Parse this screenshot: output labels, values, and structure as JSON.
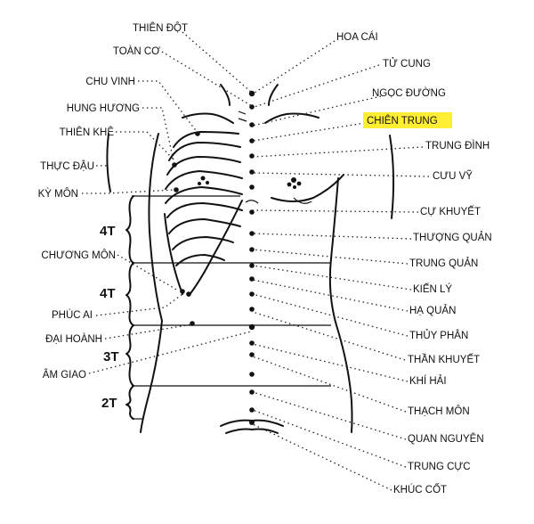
{
  "labels_left": [
    {
      "id": "thien-dot",
      "text": "THIÊN ĐỘT"
    },
    {
      "id": "toan-co",
      "text": "TOÀN CƠ"
    },
    {
      "id": "chu-vinh",
      "text": "CHU VINH"
    },
    {
      "id": "hung-huong",
      "text": "HUNG HƯƠNG"
    },
    {
      "id": "thien-khe",
      "text": "THIÊN KHÊ"
    },
    {
      "id": "thuc-dau",
      "text": "THỰC ĐẬU"
    },
    {
      "id": "ky-mon",
      "text": "KỲ MÔN"
    },
    {
      "id": "chuong-mon",
      "text": "CHƯƠNG MÔN"
    },
    {
      "id": "phuc-ai",
      "text": "PHÚC AI"
    },
    {
      "id": "dai-hoanh",
      "text": "ĐẠI HOÀNH"
    },
    {
      "id": "am-giao",
      "text": "ÂM GIAO"
    }
  ],
  "labels_right": [
    {
      "id": "hoa-cai",
      "text": "HOA CÁI"
    },
    {
      "id": "tu-cung",
      "text": "TỬ CUNG"
    },
    {
      "id": "ngoc-duong",
      "text": "NGỌC ĐƯỜNG"
    },
    {
      "id": "chien-trung",
      "text": "CHIÊN TRUNG",
      "highlight": "#ffee33"
    },
    {
      "id": "trung-dinh",
      "text": "TRUNG ĐÌNH"
    },
    {
      "id": "cuu-vy",
      "text": "CƯU VỸ"
    },
    {
      "id": "cu-khuyet",
      "text": "CỰ KHUYẾT"
    },
    {
      "id": "thuong-quan",
      "text": "THƯỢNG QUẢN"
    },
    {
      "id": "trung-quan",
      "text": "TRUNG QUẢN"
    },
    {
      "id": "kien-ly",
      "text": "KIẾN LÝ"
    },
    {
      "id": "ha-quan",
      "text": "HẠ QUẢN"
    },
    {
      "id": "thuy-phan",
      "text": "THỦY PHÂN"
    },
    {
      "id": "than-khuyet",
      "text": "THẦN KHUYẾT"
    },
    {
      "id": "khi-hai",
      "text": "KHÍ HẢI"
    },
    {
      "id": "thach-mon",
      "text": "THẠCH MÔN"
    },
    {
      "id": "quan-nguyen",
      "text": "QUAN NGUYÊN"
    },
    {
      "id": "trung-cuc",
      "text": "TRUNG CỰC"
    },
    {
      "id": "khuc-cot",
      "text": "KHÚC CỐT"
    }
  ],
  "segments": [
    {
      "id": "seg-4t-a",
      "text": "4T"
    },
    {
      "id": "seg-4t-b",
      "text": "4T"
    },
    {
      "id": "seg-3t",
      "text": "3T"
    },
    {
      "id": "seg-2t",
      "text": "2T"
    }
  ],
  "colors": {
    "highlight": "#ffee33",
    "ink": "#111111"
  }
}
